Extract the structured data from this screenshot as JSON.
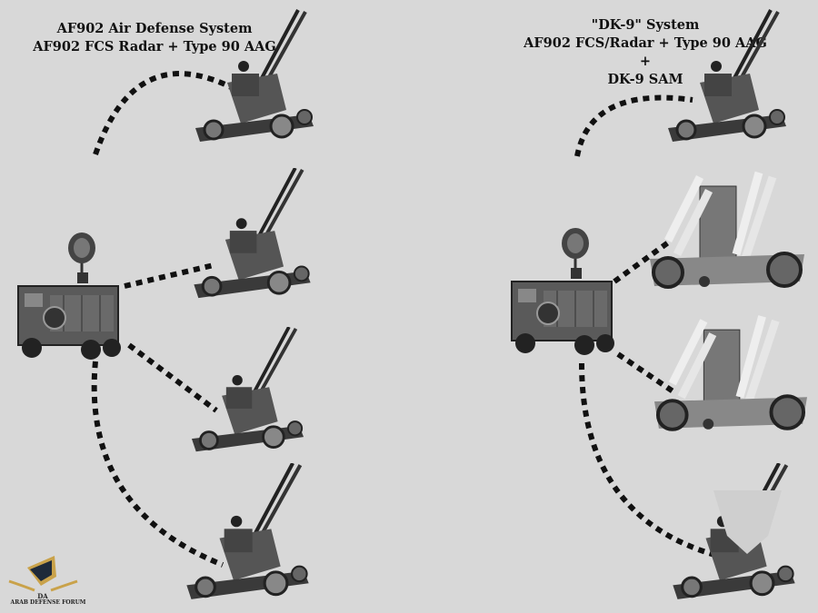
{
  "left_system": {
    "title_line1": "AF902 Air Defense System",
    "title_line2": "AF902 FCS Radar + Type 90 AAG"
  },
  "right_system": {
    "title_line1": "\"DK-9\" System",
    "title_line2": "AF902 FCS/Radar + Type 90 AAG",
    "title_line3": "+",
    "title_line4": "DK-9 SAM"
  },
  "watermark": {
    "text": "ARAB DEFENSE FORUM",
    "monogram": "DA"
  },
  "colors": {
    "background": "#d8d8d8",
    "line": "#111111",
    "logo_gold": "#c9a24a"
  }
}
